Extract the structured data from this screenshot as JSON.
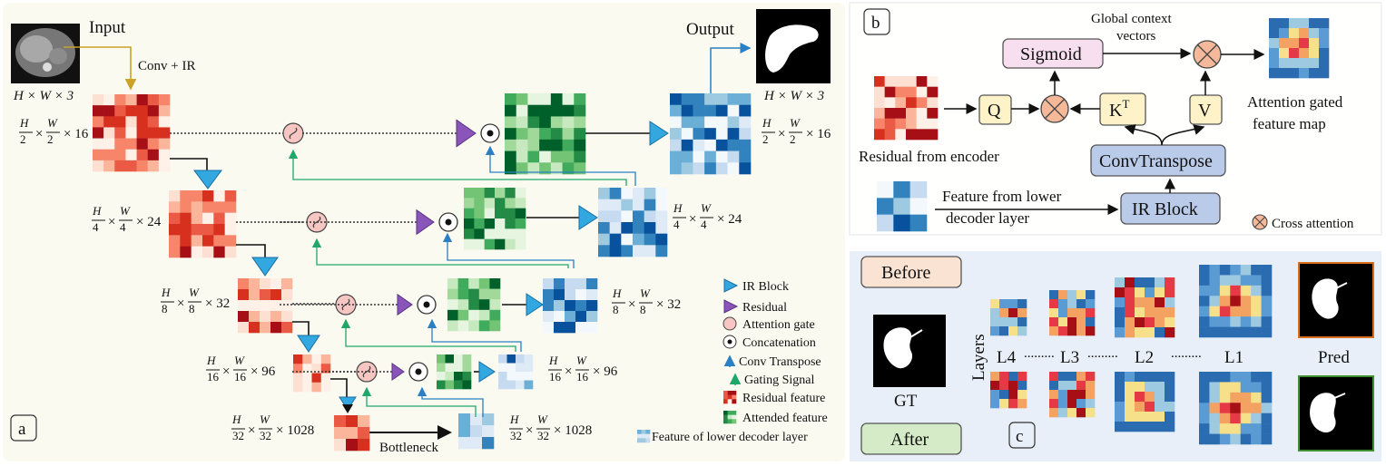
{
  "panel_a": {
    "tag": "a",
    "input_label": "Input",
    "output_label": "Output",
    "conv_ir_label": "Conv + IR",
    "bottleneck_label": "Bottleneck",
    "input_dim": "H × W × 3",
    "output_dim": "H × W × 3",
    "level_channels": [
      "16",
      "24",
      "32",
      "96",
      "1028"
    ],
    "level_divisors": [
      "2",
      "4",
      "8",
      "16",
      "32"
    ],
    "legend": [
      {
        "icon": "ir-block",
        "label": "IR Block"
      },
      {
        "icon": "residual",
        "label": "Residual"
      },
      {
        "icon": "attention-gate",
        "label": "Attention gate"
      },
      {
        "icon": "concatenation",
        "label": "Concatenation"
      },
      {
        "icon": "conv-transpose",
        "label": "Conv Transpose"
      },
      {
        "icon": "gating-signal",
        "label": "Gating Signal"
      },
      {
        "icon": "residual-feature",
        "label": "Residual feature"
      },
      {
        "icon": "attended-feature",
        "label": "Attended feature"
      },
      {
        "icon": "lower-decoder-feature",
        "label": "Feature of lower decoder layer"
      }
    ]
  },
  "panel_b": {
    "tag": "b",
    "global_context": [
      "Global context",
      "vectors"
    ],
    "sigmoid": "Sigmoid",
    "q": "Q",
    "kt_base": "K",
    "kt_sup": "T",
    "v": "V",
    "conv_transpose": "ConvTranspose",
    "ir_block": "IR Block",
    "residual_from_encoder": "Residual from encoder",
    "feature_from_lower": [
      "Feature from lower",
      "decoder layer"
    ],
    "attention_gated": [
      "Attention gated",
      "feature map"
    ],
    "cross_attention": "Cross attention"
  },
  "panel_c": {
    "tag": "c",
    "before": "Before",
    "after": "After",
    "layers_label": "Layers",
    "gt": "GT",
    "pred": "Pred",
    "layer_names": [
      "L4",
      "L3",
      "L2",
      "L1"
    ],
    "dots": "........."
  },
  "colors": {
    "residual_red": "#d73027",
    "attended_green": "#41a05a",
    "decoder_blue": "#3a7fc0",
    "ir_block": "#33a8e0",
    "residual_purple": "#8a55b8",
    "gate_pink": "#f7c6c2",
    "sigmoid_fill": "#f7dfef",
    "qkv_fill": "#fdf2c8",
    "conv_fill": "#b9cbe9",
    "before_fill": "#fbe3d4",
    "after_fill": "#d5eac6",
    "panel_b_bg": "#fffffe",
    "panel_c_bg": "#e8eff8",
    "panel_a_bg": "#fbfaf1"
  }
}
